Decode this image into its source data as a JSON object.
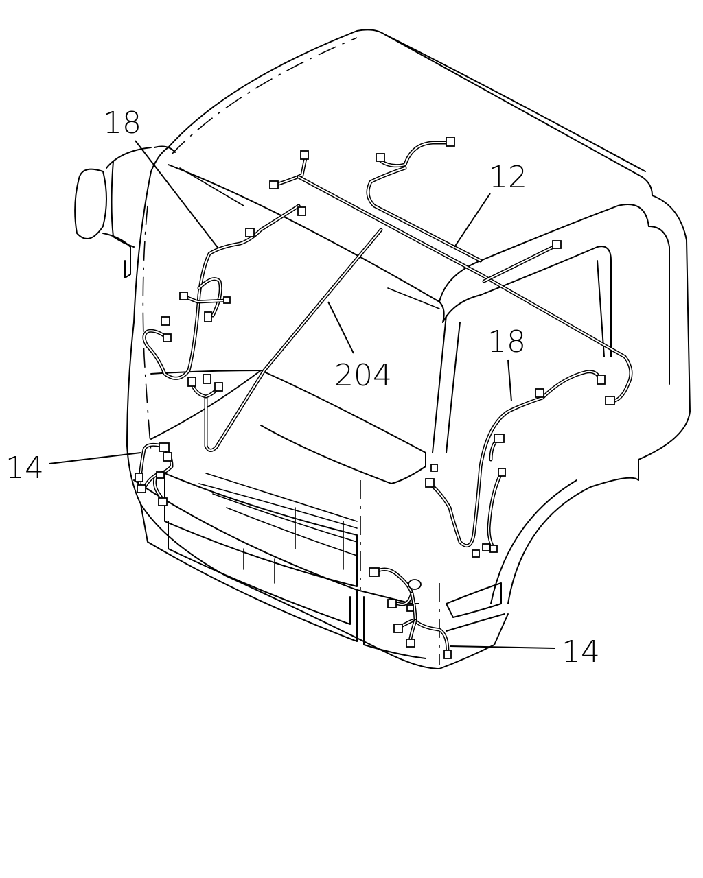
{
  "callouts": {
    "c18_left": "18",
    "c12": "12",
    "c18_right": "18",
    "c204": "204",
    "c14_left": "14",
    "c14_right": "14"
  },
  "colors": {
    "line": "#000000",
    "background": "#ffffff"
  }
}
